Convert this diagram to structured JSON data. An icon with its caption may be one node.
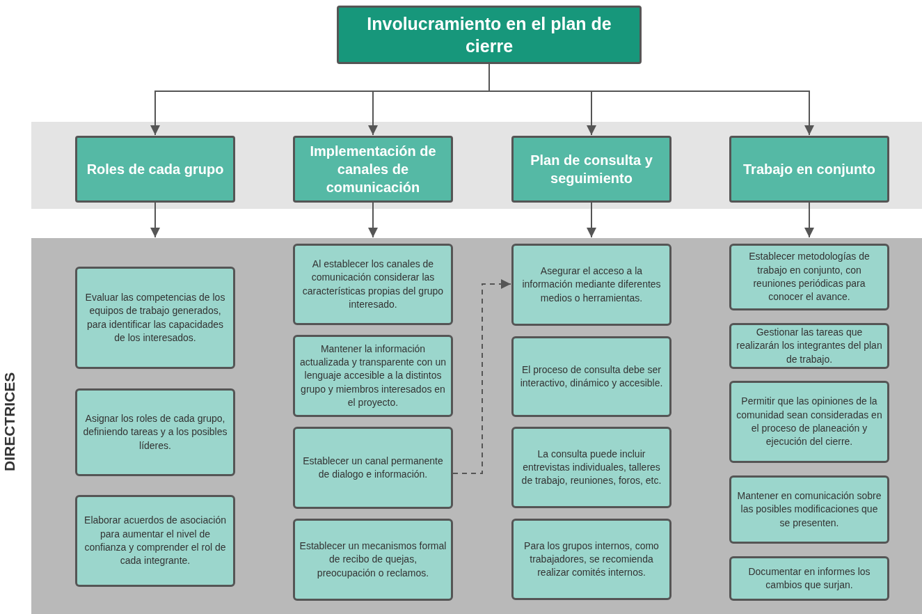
{
  "diagram": {
    "nodes": [
      {
        "text": [
          "Involucramiento en el plan de cierre"
        ]
      },
      {
        "text": [],
        "shape": "band"
      },
      {
        "text": [
          "Roles de cada grupo"
        ],
        "in": 1
      },
      {
        "text": [
          "Implementación de canales de comunicación"
        ],
        "in": 1
      },
      {
        "text": [
          "Plan de consulta y seguimiento"
        ],
        "in": 1
      },
      {
        "text": [
          "Trabajo en conjunto"
        ],
        "in": 1
      },
      {
        "text": [
          "DIRECTRICES"
        ]
      },
      {
        "text": [
          "Evaluar las competencias de los equipos de trabajo generados, para identificar las capacidades de los interesados."
        ],
        "in": 6
      },
      {
        "text": [
          "Asignar los roles de cada grupo, definiendo tareas y a los posibles líderes."
        ],
        "in": 6
      },
      {
        "text": [
          "Elaborar acuerdos de asociación para aumentar el nivel de confianza y comprender el rol de cada integrante."
        ],
        "in": 6
      },
      {
        "text": [
          "Al establecer los canales de comunicación considerar las características propias del grupo interesado."
        ],
        "in": 6
      },
      {
        "text": [
          "Mantener la información actualizada y transparente con un lenguaje accesible a la distintos grupo y miembros interesados en el proyecto."
        ],
        "in": 6
      },
      {
        "text": [
          "Establecer un canal permanente de dialogo e información."
        ],
        "in": 6
      },
      {
        "text": [
          "Establecer un mecanismos formal de recibo de quejas, preocupación o reclamos."
        ],
        "in": 6
      },
      {
        "text": [
          "Asegurar el acceso a la información mediante diferentes medios o herramientas."
        ],
        "in": 6
      },
      {
        "text": [
          "El proceso de consulta debe ser interactivo, dinámico y accesible."
        ],
        "in": 6
      },
      {
        "text": [
          "La consulta puede incluir entrevistas individuales, talleres de trabajo, reuniones, foros, etc."
        ],
        "in": 6
      },
      {
        "text": [
          "Para los grupos internos, como trabajadores, se recomienda realizar comités internos."
        ],
        "in": 6
      },
      {
        "text": [
          "Establecer metodologías de trabajo en conjunto, con reuniones periódicas para conocer el avance."
        ],
        "in": 6
      },
      {
        "text": [
          "Gestionar las tareas que realizarán los integrantes del plan de trabajo."
        ],
        "in": 6
      },
      {
        "text": [
          "Permitir que las opiniones de la comunidad sean consideradas en el proceso de planeación y ejecución del cierre."
        ],
        "in": 6
      },
      {
        "text": [
          "Mantener en comunicación sobre las posibles modificaciones que se presenten."
        ],
        "in": 6
      },
      {
        "text": [
          "Documentar en informes los cambios que surjan."
        ],
        "in": 6
      }
    ],
    "edges": [
      {
        "from": 0,
        "to": 2,
        "arrow": "to"
      },
      {
        "from": 0,
        "to": 3,
        "arrow": "to"
      },
      {
        "from": 0,
        "to": 4,
        "arrow": "to"
      },
      {
        "from": 0,
        "to": 5,
        "arrow": "to"
      },
      {
        "from": 2,
        "to": 6,
        "arrow": "to"
      },
      {
        "from": 3,
        "to": 6,
        "arrow": "to"
      },
      {
        "from": 4,
        "to": 6,
        "arrow": "to"
      },
      {
        "from": 5,
        "to": 6,
        "arrow": "to"
      },
      {
        "from": 12,
        "to": 14,
        "arrow": "to",
        "style": "dashed"
      }
    ]
  }
}
